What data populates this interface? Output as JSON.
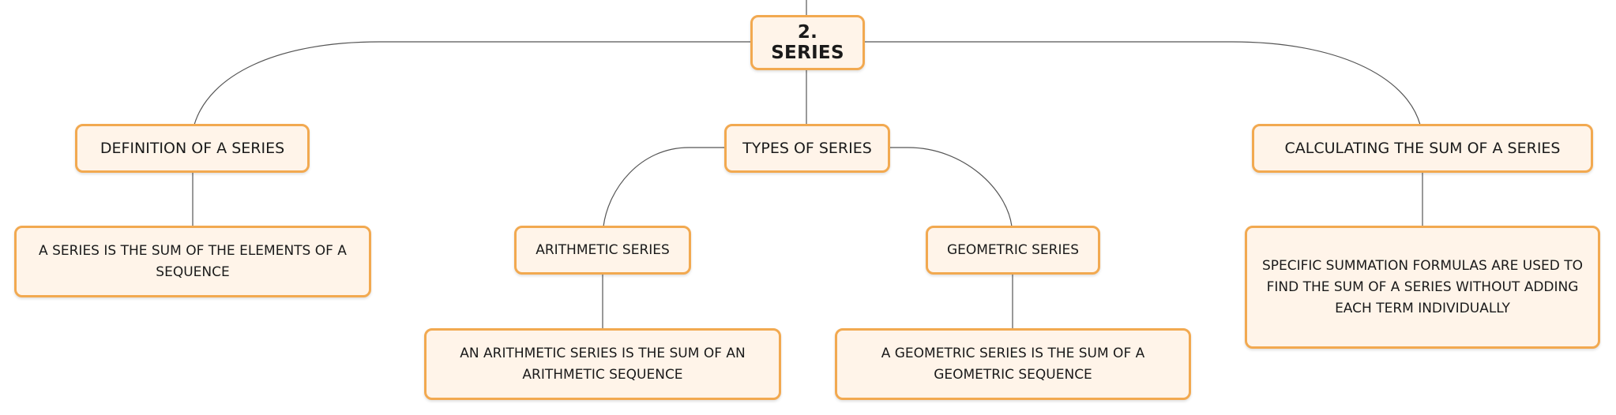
{
  "root": {
    "label": "2. SERIES"
  },
  "definition": {
    "label": "DEFINITION OF A SERIES",
    "detail": "A SERIES IS THE SUM OF THE ELEMENTS OF A SEQUENCE"
  },
  "types": {
    "label": "TYPES OF SERIES",
    "arithmetic": {
      "label": "ARITHMETIC SERIES",
      "detail": "AN ARITHMETIC SERIES IS THE SUM OF AN ARITHMETIC SEQUENCE"
    },
    "geometric": {
      "label": "GEOMETRIC SERIES",
      "detail": "A GEOMETRIC SERIES IS THE SUM OF A GEOMETRIC SEQUENCE"
    }
  },
  "calculating": {
    "label": "CALCULATING THE SUM OF A SERIES",
    "detail": "SPECIFIC SUMMATION FORMULAS ARE USED TO FIND THE SUM OF A SERIES WITHOUT ADDING EACH TERM INDIVIDUALLY"
  },
  "colors": {
    "node_fill": "#fff4e9",
    "node_border": "#f2a950",
    "connector": "#555555"
  }
}
